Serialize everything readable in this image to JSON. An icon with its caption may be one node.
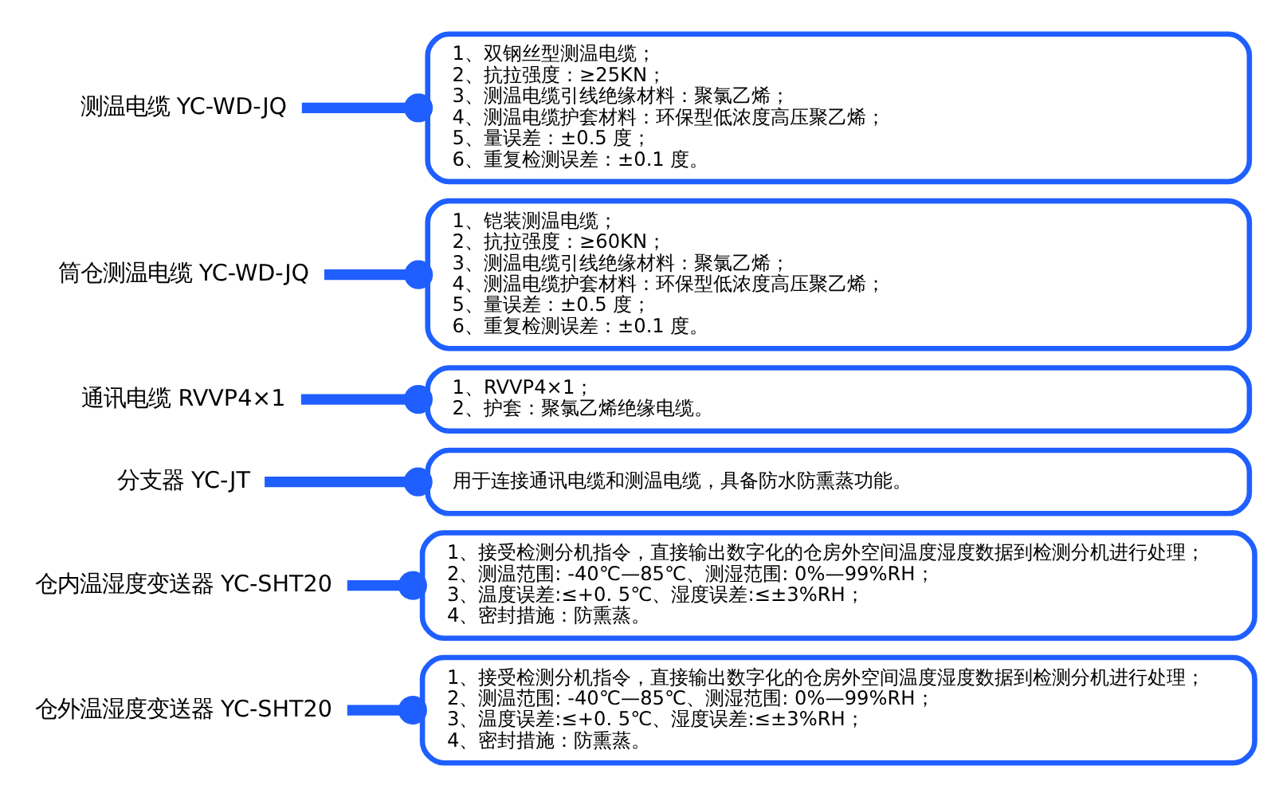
{
  "diagram": {
    "nodes": [
      {
        "text": [
          "测温电缆 YC-WD-JQ"
        ]
      },
      {
        "text": [
          "1、双钢丝型测温电缆；",
          "2、抗拉强度：≥25KN；",
          "3、测温电缆引线绝缘材料：聚氯乙烯；",
          "4、测温电缆护套材料：环保型低浓度高压聚乙烯；",
          "5、量误差：±0.5 度；",
          "6、重复检测误差：±0.1 度。"
        ]
      },
      {
        "text": [
          "筒仓测温电缆 YC-WD-JQ"
        ]
      },
      {
        "text": [
          "1、铠装测温电缆；",
          "2、抗拉强度：≥60KN；",
          "3、测温电缆引线绝缘材料：聚氯乙烯；",
          "4、测温电缆护套材料：环保型低浓度高压聚乙烯；",
          "5、量误差：±0.5 度；",
          "6、重复检测误差：±0.1 度。"
        ]
      },
      {
        "text": [
          "通讯电缆 RVVP4×1"
        ]
      },
      {
        "text": [
          "1、RVVP4×1；",
          "2、护套：聚氯乙烯绝缘电缆。"
        ]
      },
      {
        "text": [
          "分支器 YC-JT"
        ]
      },
      {
        "text": [
          "用于连接通讯电缆和测温电缆，具备防水防熏蒸功能。"
        ]
      },
      {
        "text": [
          "仓内温湿度变送器 YC-SHT20"
        ]
      },
      {
        "text": [
          "1、接受检测分机指令，直接输出数字化的仓房外空间温度湿度数据到检测分机进行处理；",
          "2、测温范围: -40℃—85℃、测湿范围: 0%—99%RH；",
          "3、温度误差:≤+0. 5℃、湿度误差:≤±3%RH；",
          "4、密封措施：防熏蒸。"
        ]
      },
      {
        "text": [
          "仓外温湿度变送器 YC-SHT20"
        ]
      },
      {
        "text": [
          "1、接受检测分机指令，直接输出数字化的仓房外空间温度湿度数据到检测分机进行处理；",
          "2、测温范围: -40℃—85℃、测湿范围: 0%—99%RH；",
          "3、温度误差:≤+0. 5℃、湿度误差:≤±3%RH；",
          "4、密封措施：防熏蒸。"
        ]
      }
    ],
    "edges": [
      {
        "from": 0,
        "to": 1,
        "arrow": "other"
      },
      {
        "from": 2,
        "to": 3,
        "arrow": "other"
      },
      {
        "from": 4,
        "to": 5,
        "arrow": "other"
      },
      {
        "from": 6,
        "to": 7,
        "arrow": "other"
      },
      {
        "from": 8,
        "to": 9,
        "arrow": "other"
      },
      {
        "from": 10,
        "to": 11,
        "arrow": "other"
      }
    ]
  }
}
